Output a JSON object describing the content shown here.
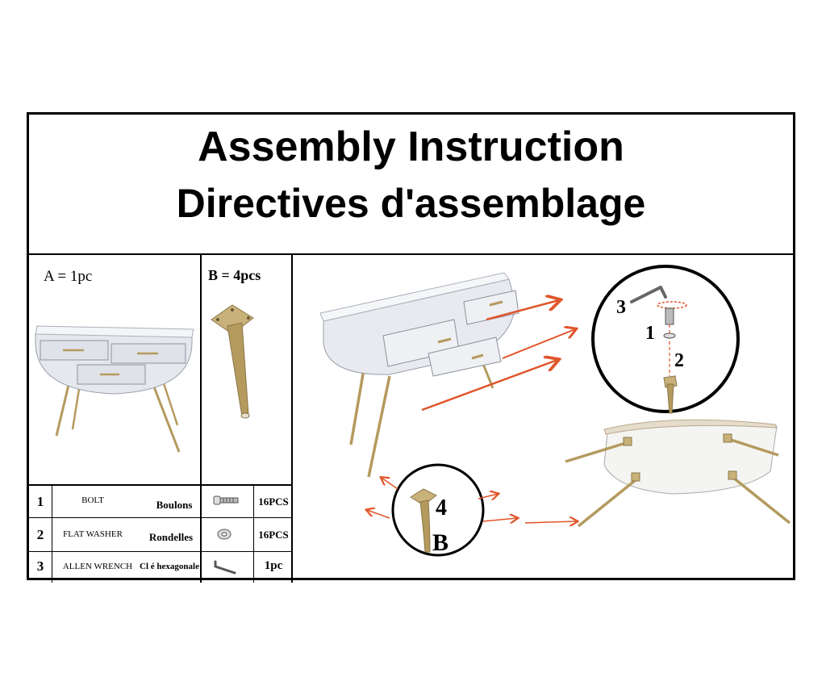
{
  "header": {
    "title_en": "Assembly Instruction",
    "title_fr": "Directives d'assemblage"
  },
  "parts": {
    "a_label": "A = 1pc",
    "b_label": "B = 4pcs"
  },
  "hardware": [
    {
      "num": "1",
      "name_en": "BOLT",
      "name_fr": "Boulons",
      "qty": "16PCS",
      "icon": "bolt-icon"
    },
    {
      "num": "2",
      "name_en": "FLAT WASHER",
      "name_fr": "Rondelles",
      "qty": "16PCS",
      "icon": "washer-icon"
    },
    {
      "num": "3",
      "name_en": "ALLEN WRENCH",
      "name_fr": "Cl é hexagonale",
      "qty": "1pc",
      "icon": "allen-wrench-icon"
    }
  ],
  "diagram": {
    "callout_top": {
      "n3": "3",
      "n1": "1",
      "n2": "2"
    },
    "callout_bottom": {
      "n4": "4",
      "letter": "B"
    }
  },
  "colors": {
    "leg_gold": "#b59a5e",
    "arrow_orange": "#e0552a",
    "body_grey": "#e6e8ee"
  }
}
